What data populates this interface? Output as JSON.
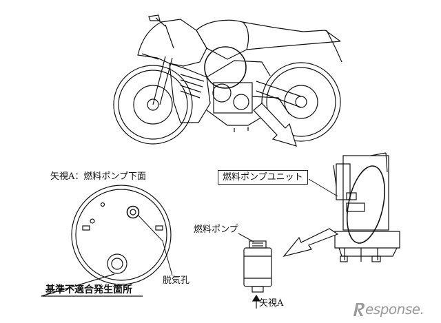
{
  "labels": {
    "view_a_title": "矢視A：燃料ポンプ下面",
    "pump_unit": "燃料ポンプユニット",
    "pump": "燃料ポンプ",
    "vent_hole": "脱気孔",
    "defect_location": "基準不適合発生箇所",
    "arrow_a": "矢視A"
  },
  "watermark": {
    "text": "esponse.",
    "mark": "R"
  },
  "colors": {
    "line": "#111111",
    "watermark": "#9a9a9a"
  }
}
